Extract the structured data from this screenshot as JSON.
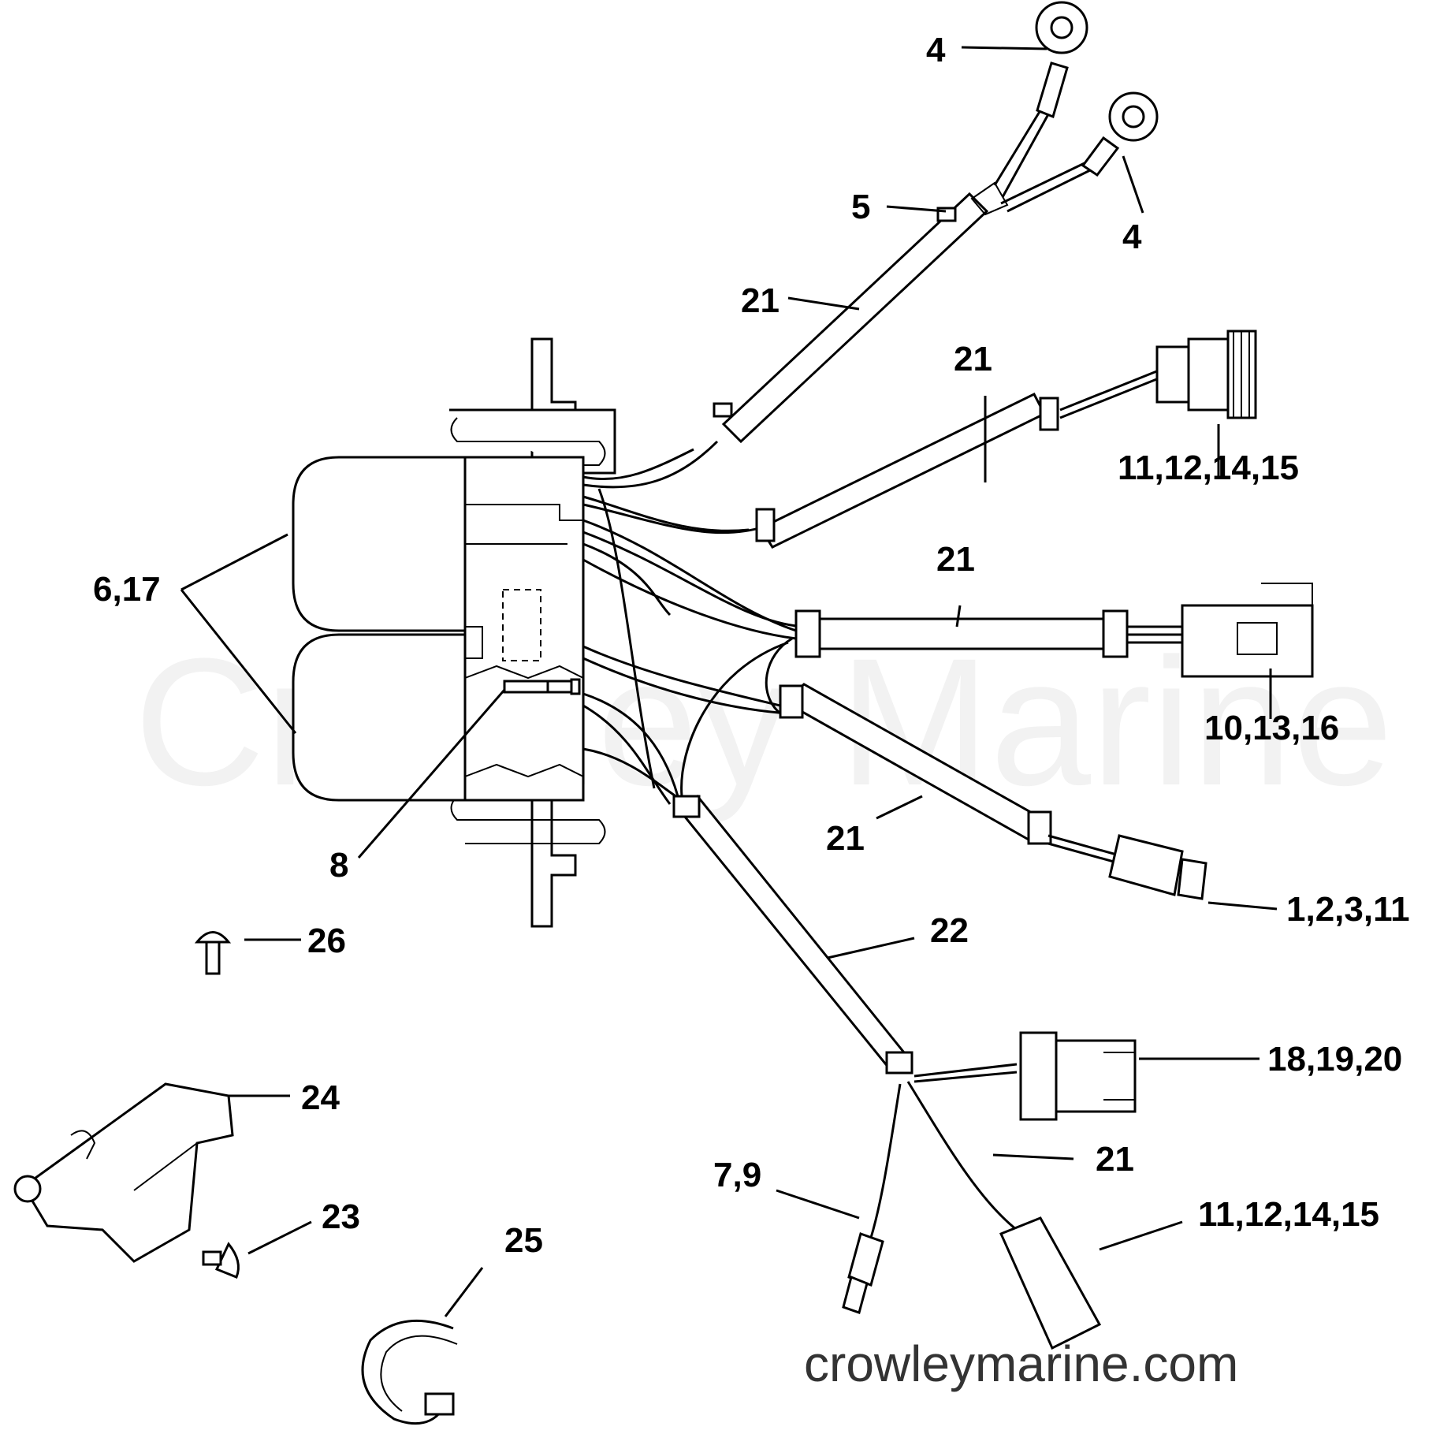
{
  "watermark": "Crowley Marine",
  "site": "crowleymarine.com",
  "callouts": {
    "c4a": "4",
    "c4b": "4",
    "c5": "5",
    "c21a": "21",
    "c21b": "21",
    "c11a": "11,12,14,15",
    "c21c": "21",
    "c6": "6,17",
    "c10": "10,13,16",
    "c21d": "21",
    "c8": "8",
    "c1": "1,2,3,11",
    "c26": "26",
    "c22": "22",
    "c18": "18,19,20",
    "c24": "24",
    "c21e": "21",
    "c7": "7,9",
    "c11b": "11,12,14,15",
    "c23": "23",
    "c25": "25"
  }
}
